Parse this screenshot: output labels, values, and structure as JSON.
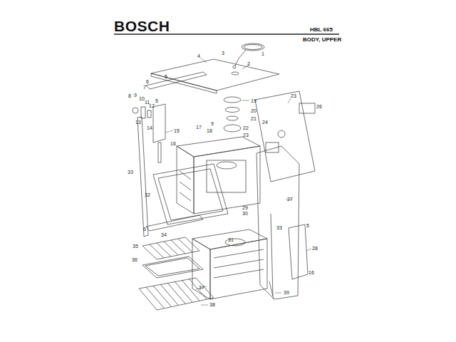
{
  "diagram": {
    "labels": [
      "BOSCH",
      "HBL 665",
      "BODY, UPPER",
      "1",
      "2",
      "3",
      "4",
      "5",
      "6",
      "7",
      "8",
      "9",
      "10",
      "11",
      "12",
      "5",
      "13",
      "14",
      "15",
      "16",
      "17",
      "18",
      "9",
      "19",
      "20",
      "21",
      "22",
      "23",
      "23",
      "24",
      "26",
      "33",
      "32",
      "27",
      "29",
      "30",
      "31",
      "6",
      "34",
      "33",
      "5",
      "28",
      "35",
      "36",
      "16",
      "37",
      "38",
      "39"
    ]
  }
}
